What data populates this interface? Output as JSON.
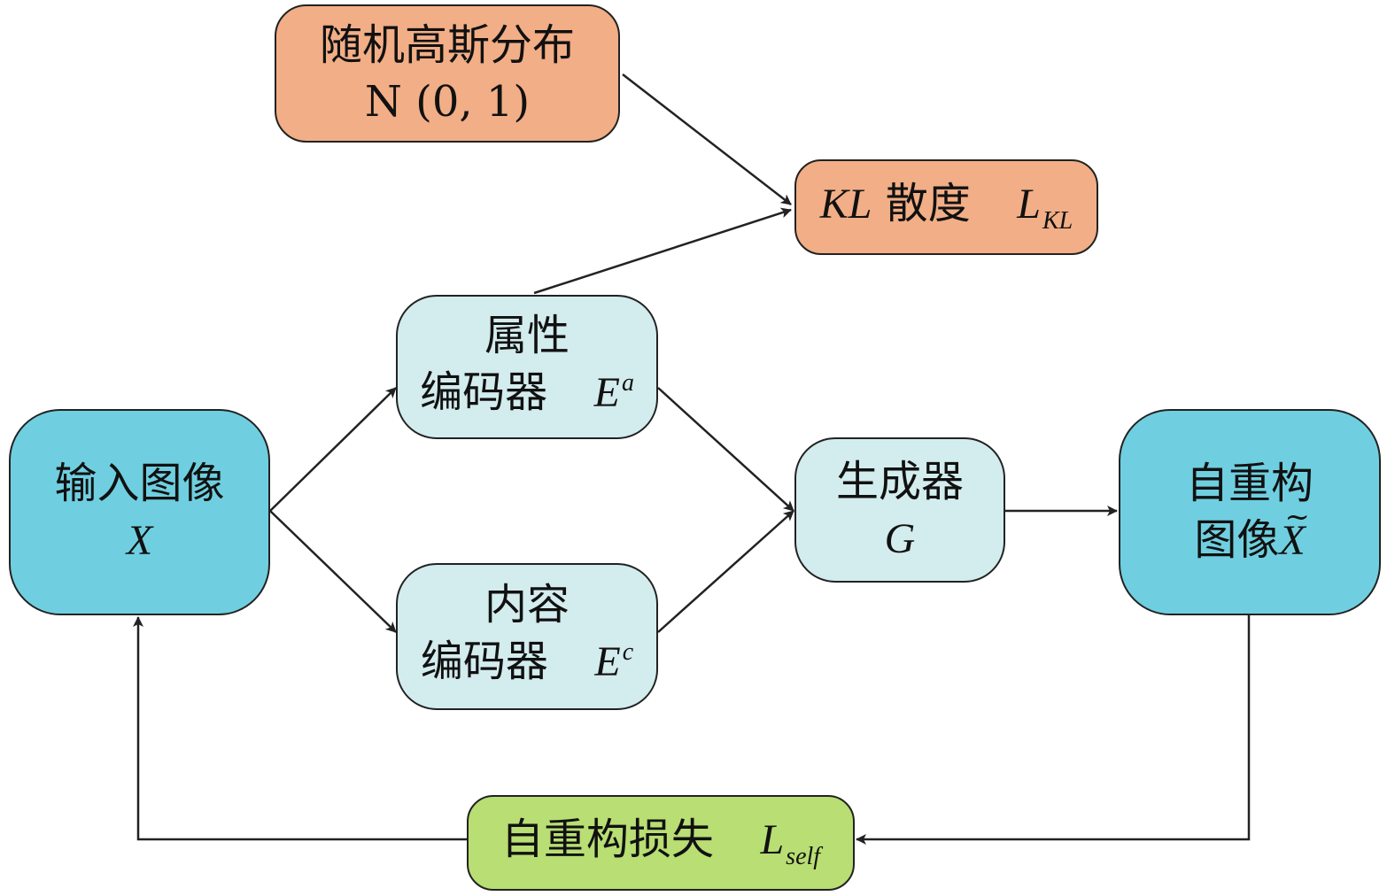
{
  "colors": {
    "orange_fill": "#F2AE86",
    "light_blue_fill": "#D3ECEE",
    "cyan_fill": "#6FCFE0",
    "green_fill": "#B8DE74",
    "stroke": "#222222"
  },
  "nodes": {
    "gauss": {
      "line1": "随机高斯分布",
      "line2": "N (0, 1)"
    },
    "kl": {
      "sym": "KL",
      "text": "散度",
      "loss": "L",
      "loss_sub": "KL"
    },
    "attr": {
      "line1": "属性",
      "text": "编码器",
      "sym": "E",
      "sup": "a"
    },
    "input": {
      "line1": "输入图像",
      "sym": "X"
    },
    "gen": {
      "line1": "生成器",
      "sym": "G"
    },
    "recon": {
      "line1": "自重构",
      "text": "图像",
      "sym": "X",
      "accent": "~"
    },
    "cont": {
      "line1": "内容",
      "text": "编码器",
      "sym": "E",
      "sup": "c"
    },
    "loss": {
      "text": "自重构损失",
      "loss": "L",
      "loss_sub": "self"
    }
  }
}
